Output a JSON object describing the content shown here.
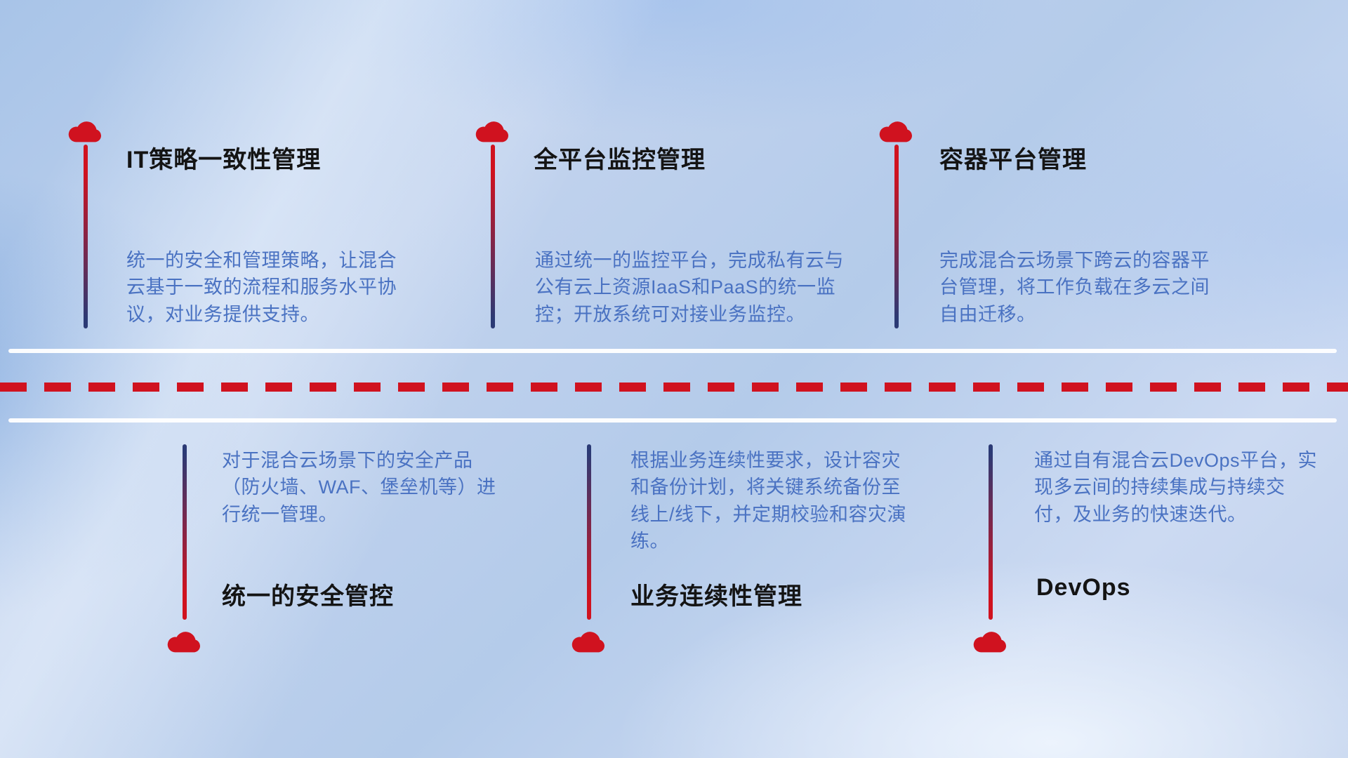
{
  "colors": {
    "accent_red": "#d0121f",
    "stem_navy": "#2b3a75",
    "desc_blue": "#4a72c2",
    "title_dark": "#141414",
    "line_white": "#ffffff"
  },
  "items": [
    {
      "icon": "cloud-icon",
      "title": "IT策略一致性管理",
      "description": "统一的安全和管理策略，让混合云基于一致的流程和服务水平协议，对业务提供支持。"
    },
    {
      "icon": "cloud-icon",
      "title": "全平台监控管理",
      "description": "通过统一的监控平台，完成私有云与公有云上资源IaaS和PaaS的统一监控；开放系统可对接业务监控。"
    },
    {
      "icon": "cloud-icon",
      "title": "容器平台管理",
      "description": "完成混合云场景下跨云的容器平台管理，将工作负载在多云之间自由迁移。"
    },
    {
      "icon": "cloud-icon",
      "title": "统一的安全管控",
      "description": "对于混合云场景下的安全产品（防火墙、WAF、堡垒机等）进行统一管理。"
    },
    {
      "icon": "cloud-icon",
      "title": "业务连续性管理",
      "description": "根据业务连续性要求，设计容灾和备份计划，将关键系统备份至线上/线下，并定期校验和容灾演练。"
    },
    {
      "icon": "cloud-icon",
      "title": "DevOps",
      "description": "通过自有混合云DevOps平台，实现多云间的持续集成与持续交付，及业务的快速迭代。"
    }
  ]
}
